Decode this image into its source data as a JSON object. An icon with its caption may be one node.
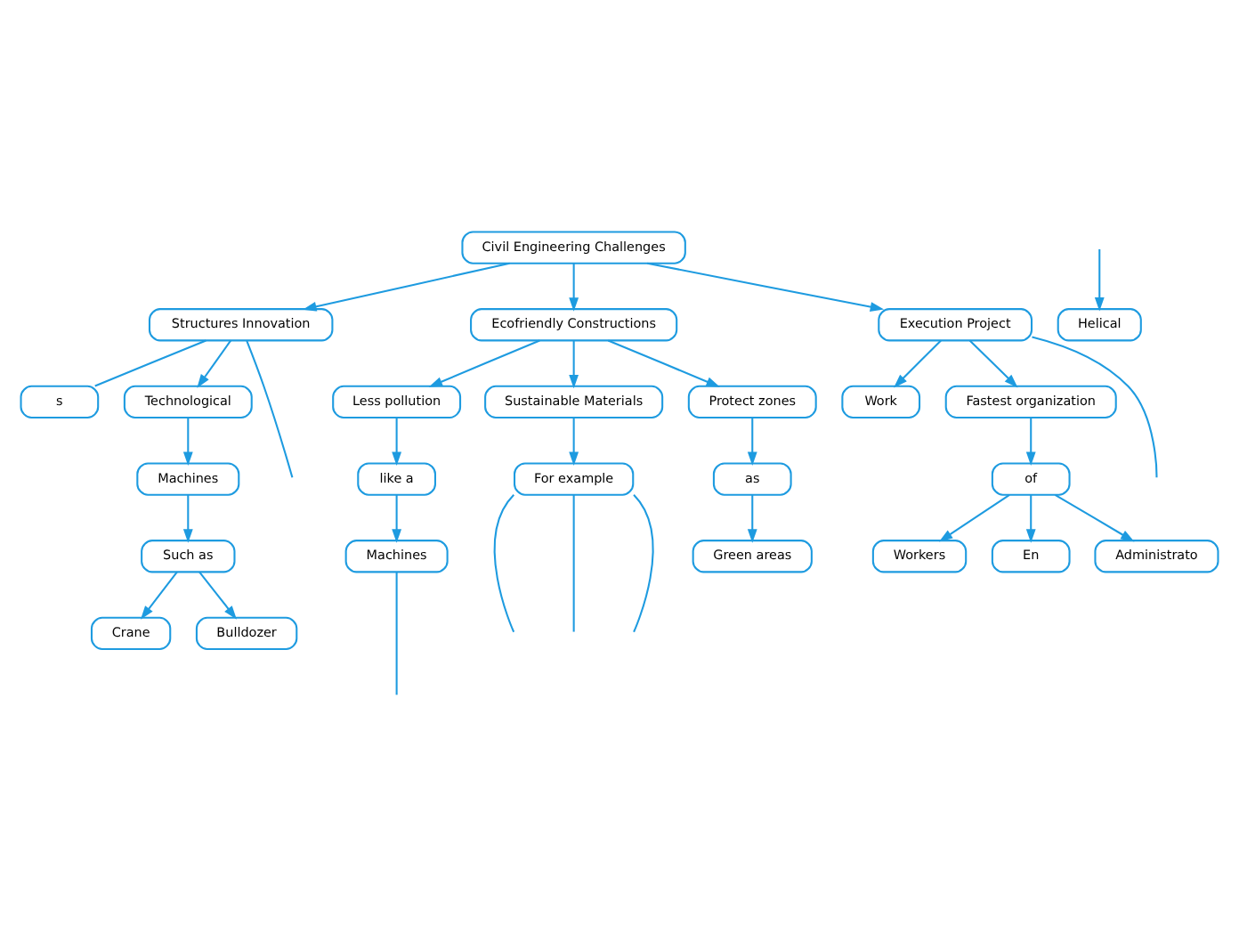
{
  "diagram": {
    "nodes": [
      {
        "text": [
          "Civil Engineering Challenges"
        ]
      },
      {
        "text": [
          "Structures Innovation"
        ]
      },
      {
        "text": [
          "s"
        ]
      },
      {
        "text": [
          "Technological"
        ]
      },
      {
        "text": [
          "Helical"
        ]
      },
      {
        "text": [
          "Machines"
        ]
      },
      {
        "text": [
          "Such as"
        ]
      },
      {
        "text": [
          "Crane"
        ]
      },
      {
        "text": [
          "Bulldozer"
        ]
      },
      {
        "text": [
          "Ecofriendly Constructions"
        ]
      },
      {
        "text": [
          "Less pollution"
        ]
      },
      {
        "text": [
          "like a"
        ]
      },
      {
        "text": [
          "Machines"
        ]
      },
      {
        "text": [
          "Sustainable Materials"
        ]
      },
      {
        "text": [
          "For example"
        ]
      },
      {
        "text": [
          "Protect zones"
        ]
      },
      {
        "text": [
          "as"
        ]
      },
      {
        "text": [
          "Green areas"
        ]
      },
      {
        "text": [
          "Execution Project"
        ]
      },
      {
        "text": [
          "Work"
        ]
      },
      {
        "text": [
          "Fastest organization"
        ]
      },
      {
        "text": [
          "of"
        ]
      },
      {
        "text": [
          "Workers"
        ]
      },
      {
        "text": [
          "En"
        ]
      },
      {
        "text": [
          "Administrato"
        ]
      }
    ],
    "edges": [
      {
        "from": 0,
        "to": 1,
        "arrow": "to"
      },
      {
        "from": 0,
        "to": 9,
        "arrow": "to"
      },
      {
        "from": 0,
        "to": 18,
        "arrow": "to"
      },
      {
        "from": 1,
        "to": null,
        "arrow": "none"
      },
      {
        "from": 1,
        "to": 2,
        "arrow": "none"
      },
      {
        "from": 1,
        "to": 3,
        "arrow": "to"
      },
      {
        "from": null,
        "to": 4,
        "arrow": "to"
      },
      {
        "from": 3,
        "to": 5,
        "arrow": "to"
      },
      {
        "from": 5,
        "to": 6,
        "arrow": "to"
      },
      {
        "from": 6,
        "to": 7,
        "arrow": "to"
      },
      {
        "from": 6,
        "to": 8,
        "arrow": "to"
      },
      {
        "from": 9,
        "to": 10,
        "arrow": "to"
      },
      {
        "from": 9,
        "to": 13,
        "arrow": "to"
      },
      {
        "from": 9,
        "to": 15,
        "arrow": "to"
      },
      {
        "from": 10,
        "to": 11,
        "arrow": "to"
      },
      {
        "from": 11,
        "to": 12,
        "arrow": "to"
      },
      {
        "from": 12,
        "to": null,
        "arrow": "none"
      },
      {
        "from": 13,
        "to": 14,
        "arrow": "to"
      },
      {
        "from": 14,
        "to": null,
        "arrow": "none"
      },
      {
        "from": 14,
        "to": null,
        "arrow": "none"
      },
      {
        "from": 14,
        "to": null,
        "arrow": "none"
      },
      {
        "from": 15,
        "to": 16,
        "arrow": "to"
      },
      {
        "from": 16,
        "to": 17,
        "arrow": "to"
      },
      {
        "from": 18,
        "to": null,
        "arrow": "none"
      },
      {
        "from": 18,
        "to": 19,
        "arrow": "to"
      },
      {
        "from": 18,
        "to": 20,
        "arrow": "to"
      },
      {
        "from": 20,
        "to": 21,
        "arrow": "to"
      },
      {
        "from": 21,
        "to": 22,
        "arrow": "to"
      },
      {
        "from": 21,
        "to": 24,
        "arrow": "to"
      },
      {
        "from": 21,
        "to": 23,
        "arrow": "to"
      }
    ]
  }
}
